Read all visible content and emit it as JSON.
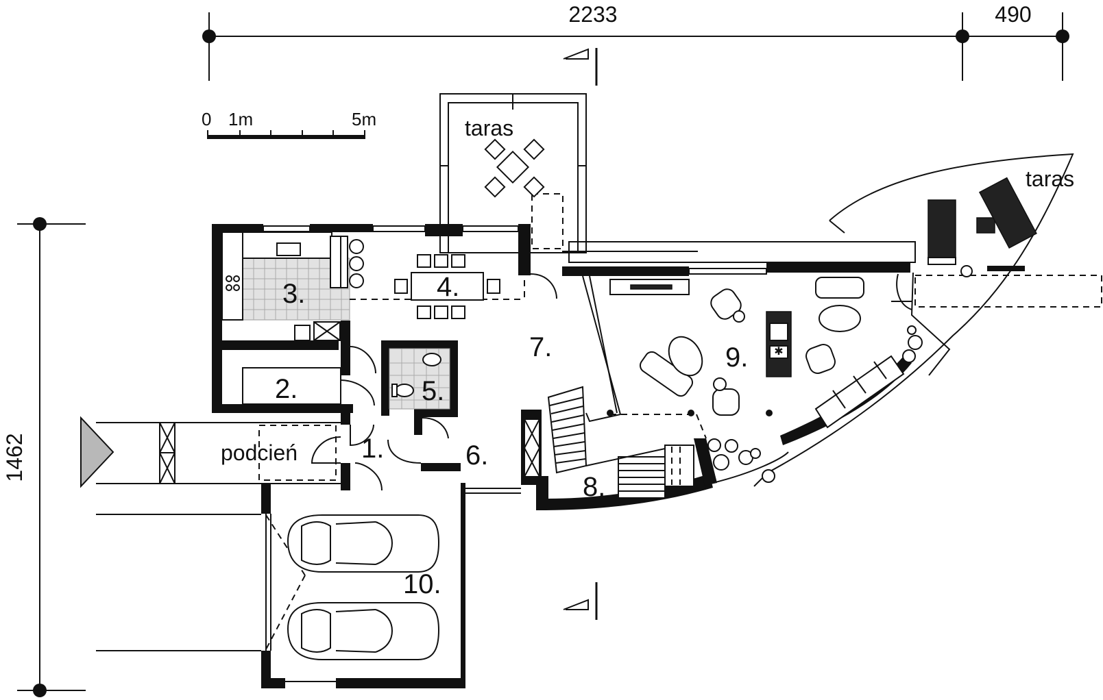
{
  "dimensions": {
    "width_total": "2233",
    "width_extra": "490",
    "height_total": "1462"
  },
  "scale": {
    "zero": "0",
    "one": "1m",
    "five": "5m"
  },
  "rooms": {
    "r1": "1.",
    "r2": "2.",
    "r3": "3.",
    "r4": "4.",
    "r5": "5.",
    "r6": "6.",
    "r7": "7.",
    "r8": "8.",
    "r9": "9.",
    "r10": "10."
  },
  "labels": {
    "terrace_top": "taras",
    "terrace_right": "taras",
    "porch": "podcień"
  },
  "colors": {
    "ink": "#111111",
    "tile": "#e2e2e2",
    "entrance_arrow": "#b8b8b8"
  }
}
